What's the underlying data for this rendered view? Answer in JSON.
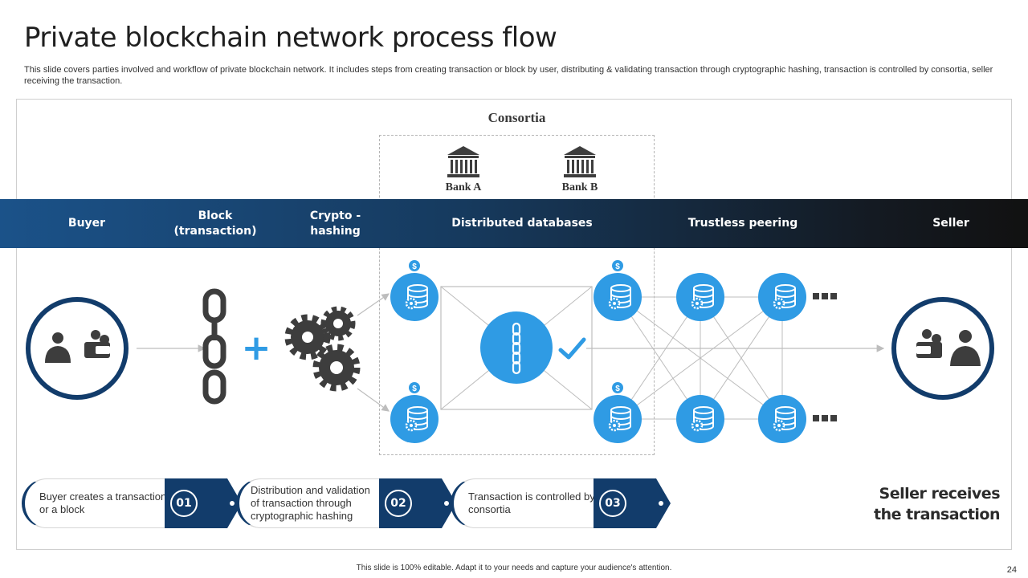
{
  "slide": {
    "title": "Private blockchain network process flow",
    "subtitle": "This slide covers parties involved and workflow of private blockchain network. It includes steps from creating transaction or block by user, distributing & validating transaction through cryptographic hashing, transaction is controlled by consortia, seller receiving the transaction.",
    "footer": "This slide is 100% editable. Adapt it to your needs and capture your audience's attention.",
    "page_number": "24"
  },
  "consortia": {
    "label": "Consortia",
    "banks": [
      {
        "label": "Bank A"
      },
      {
        "label": "Bank B"
      }
    ]
  },
  "band": {
    "buyer": "Buyer",
    "block": "Block (transaction)",
    "crypto": "Crypto - hashing",
    "distributed": "Distributed databases",
    "trustless": "Trustless peering",
    "seller": "Seller"
  },
  "symbols": {
    "plus": "+",
    "dollar": "$"
  },
  "steps": [
    {
      "number": "01",
      "text": "Buyer creates a transaction or a block"
    },
    {
      "number": "02",
      "text": "Distribution and validation of transaction through cryptographic hashing"
    },
    {
      "number": "03",
      "text": "Transaction is controlled by consortia"
    }
  ],
  "seller_receives": {
    "line1": "Seller receives",
    "line2": "the transaction"
  },
  "colors": {
    "accent_blue": "#2f9be4",
    "navy": "#123c6b",
    "dark_icon": "#3d3d3d"
  }
}
